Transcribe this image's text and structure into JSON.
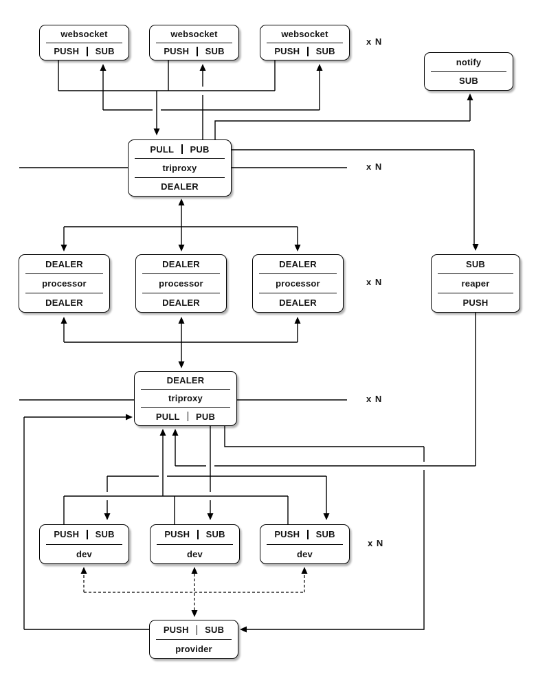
{
  "labels": {
    "multiplier": "x N"
  },
  "nodes": {
    "websocket1": {
      "title": "websocket",
      "sockets_bottom": {
        "left": "PUSH",
        "right": "SUB"
      }
    },
    "websocket2": {
      "title": "websocket",
      "sockets_bottom": {
        "left": "PUSH",
        "right": "SUB"
      }
    },
    "websocket3": {
      "title": "websocket",
      "sockets_bottom": {
        "left": "PUSH",
        "right": "SUB"
      }
    },
    "notify": {
      "title": "notify",
      "socket_bottom": "SUB"
    },
    "triproxy_app": {
      "sockets_top": {
        "left": "PULL",
        "right": "PUB"
      },
      "title": "triproxy",
      "socket_bottom": "DEALER"
    },
    "processor1": {
      "socket_top": "DEALER",
      "title": "processor",
      "socket_bottom": "DEALER"
    },
    "processor2": {
      "socket_top": "DEALER",
      "title": "processor",
      "socket_bottom": "DEALER"
    },
    "processor3": {
      "socket_top": "DEALER",
      "title": "processor",
      "socket_bottom": "DEALER"
    },
    "reaper": {
      "socket_top": "SUB",
      "title": "reaper",
      "socket_bottom": "PUSH"
    },
    "triproxy_dev": {
      "socket_top": "DEALER",
      "title": "triproxy",
      "sockets_bottom": {
        "left": "PULL",
        "right": "PUB"
      }
    },
    "dev1": {
      "sockets_top": {
        "left": "PUSH",
        "right": "SUB"
      },
      "title": "dev"
    },
    "dev2": {
      "sockets_top": {
        "left": "PUSH",
        "right": "SUB"
      },
      "title": "dev"
    },
    "dev3": {
      "sockets_top": {
        "left": "PUSH",
        "right": "SUB"
      },
      "title": "dev"
    },
    "provider": {
      "sockets_top": {
        "left": "PUSH",
        "right": "SUB"
      },
      "title": "provider"
    }
  }
}
